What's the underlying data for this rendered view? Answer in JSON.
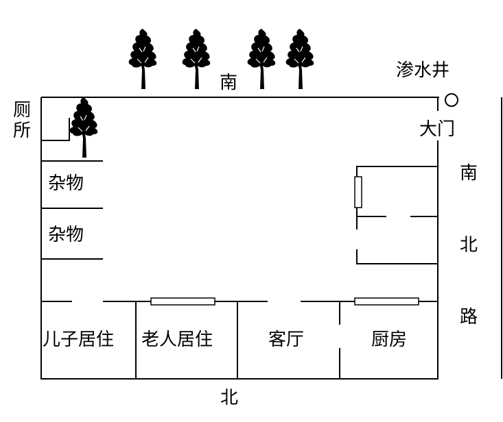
{
  "labels": {
    "south_top": "南",
    "north_bottom": "北",
    "toilet": "厕所",
    "seepage_well": "渗水井",
    "main_gate": "大门",
    "storage_1": "杂物",
    "storage_2": "杂物",
    "son_room": "儿子居住",
    "elder_room": "老人居住",
    "living_room": "客厅",
    "kitchen": "厨房",
    "road_chars": [
      "南",
      "北",
      "路"
    ]
  },
  "icons": {
    "tree": "tree-icon",
    "well": "circle-icon"
  },
  "colors": {
    "line": "#000000",
    "background": "#ffffff"
  }
}
